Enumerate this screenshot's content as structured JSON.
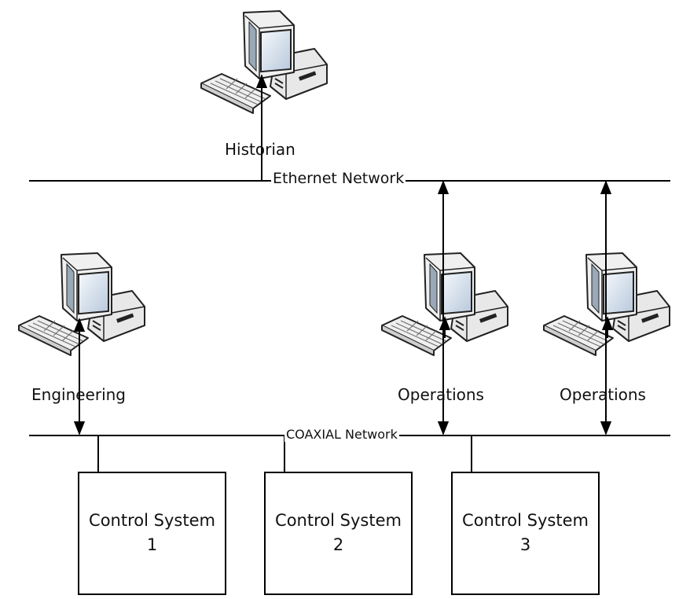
{
  "networks": {
    "ethernet": "Ethernet Network",
    "coaxial": "COAXIAL Network"
  },
  "workstations": {
    "historian": "Historian",
    "engineering": "Engineering",
    "operations_1": "Operations",
    "operations_2": "Operations"
  },
  "control_systems": [
    {
      "title": "Control System",
      "number": "1"
    },
    {
      "title": "Control System",
      "number": "2"
    },
    {
      "title": "Control System",
      "number": "3"
    }
  ]
}
